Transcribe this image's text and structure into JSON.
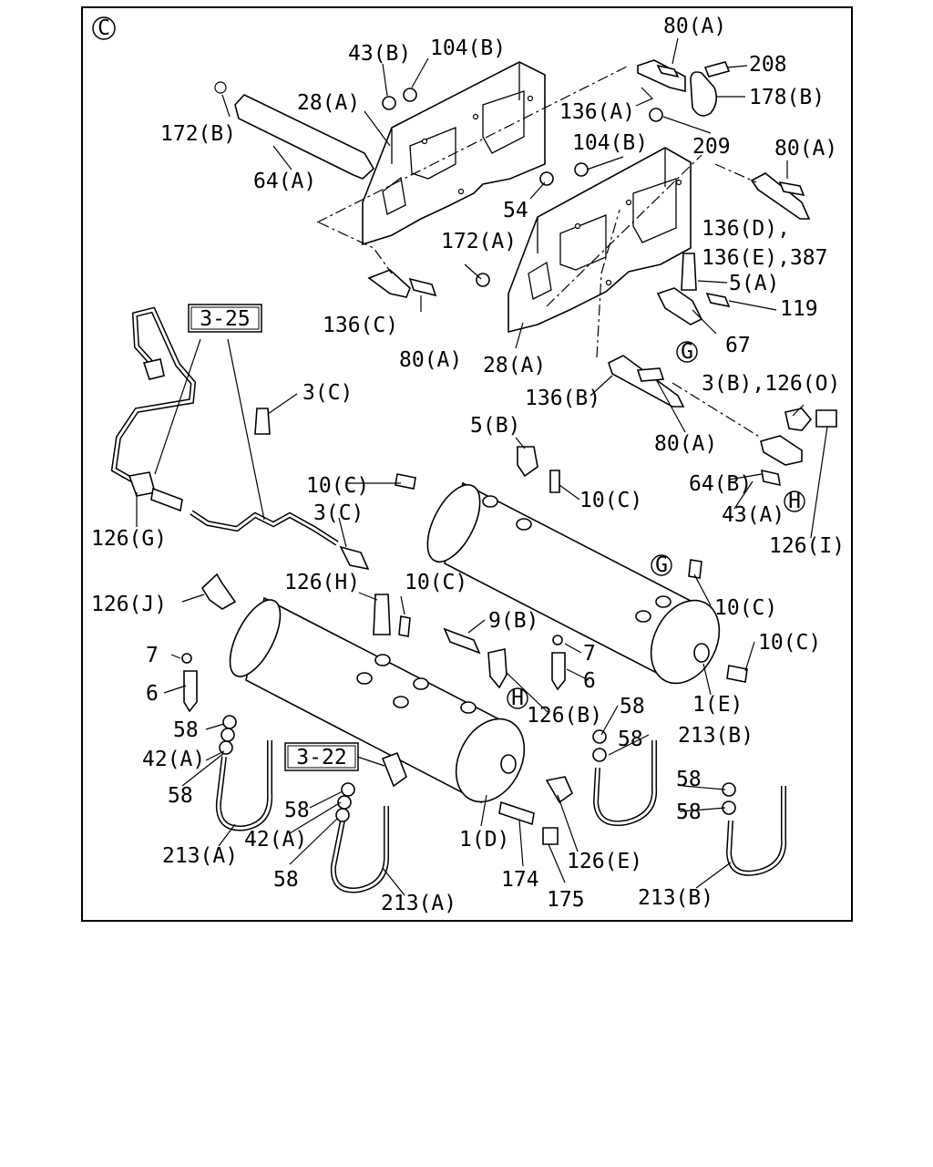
{
  "page": {
    "section_mark": "C",
    "references": {
      "ref_a": "3-25",
      "ref_b": "3-22"
    },
    "markers": [
      "G",
      "H"
    ]
  },
  "labels": [
    "80(A)",
    "208",
    "43(B)",
    "104(B)",
    "136(A)",
    "178(B)",
    "28(A)",
    "172(B)",
    "209",
    "104(B)",
    "80(A)",
    "64(A)",
    "54",
    "136(D),",
    "136(E),387",
    "172(A)",
    "5(A)",
    "119",
    "136(C)",
    "67",
    "80(A)",
    "28(A)",
    "136(B)",
    "3(B),126(O)",
    "3(C)",
    "80(A)",
    "5(B)",
    "10(C)",
    "10(C)",
    "64(B)",
    "43(A)",
    "126(G)",
    "3(C)",
    "126(I)",
    "126(J)",
    "126(H)",
    "10(C)",
    "10(C)",
    "9(B)",
    "7",
    "10(C)",
    "7",
    "6",
    "6",
    "1(E)",
    "126(B)",
    "58",
    "58",
    "213(B)",
    "58",
    "42(A)",
    "58",
    "58",
    "58",
    "58",
    "42(A)",
    "1(D)",
    "126(E)",
    "213(A)",
    "58",
    "174",
    "175",
    "213(A)",
    "213(B)"
  ]
}
